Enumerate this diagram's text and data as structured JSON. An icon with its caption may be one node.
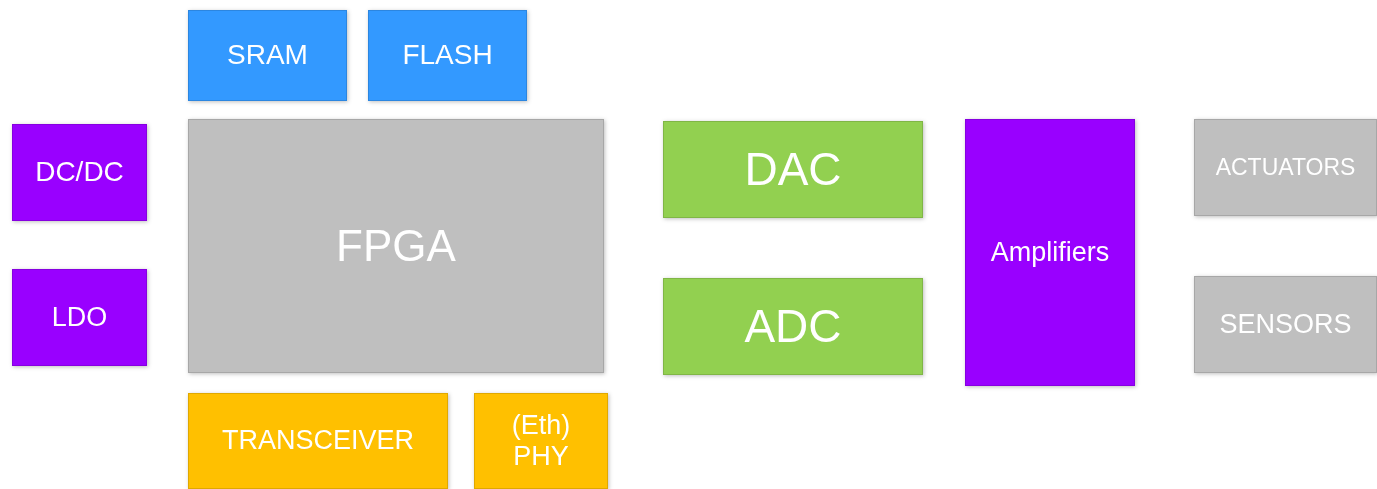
{
  "diagram": {
    "nodes": [
      {
        "text": [
          "SRAM"
        ]
      },
      {
        "text": [
          "FLASH"
        ]
      },
      {
        "text": [
          "DC/DC"
        ]
      },
      {
        "text": [
          "FPGA"
        ]
      },
      {
        "text": [
          "DAC"
        ]
      },
      {
        "text": [
          "Amplifiers"
        ]
      },
      {
        "text": [
          "ACTUATORS"
        ]
      },
      {
        "text": [
          "LDO"
        ]
      },
      {
        "text": [
          "ADC"
        ]
      },
      {
        "text": [
          "SENSORS"
        ]
      },
      {
        "text": [
          "TRANSCEIVER"
        ]
      },
      {
        "text": [
          "(Eth) PHY"
        ]
      }
    ]
  }
}
